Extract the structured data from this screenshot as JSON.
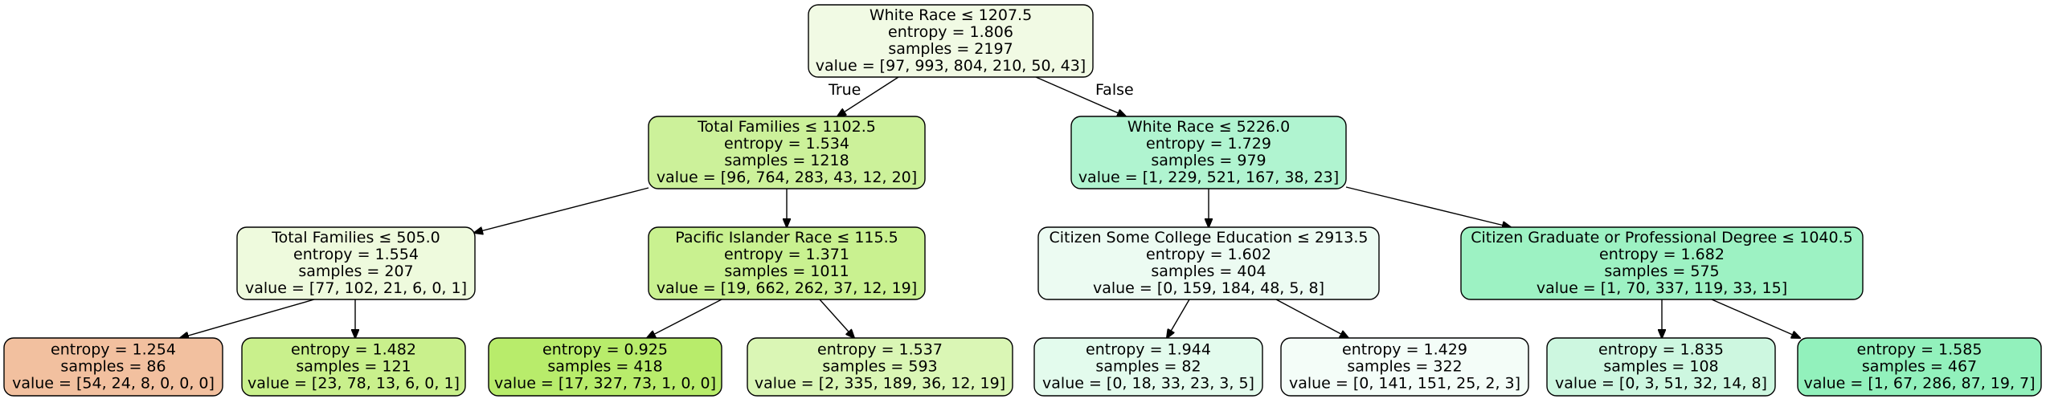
{
  "nodes": [
    {
      "id": "root",
      "lines": [
        "White Race ≤ 1207.5",
        "entropy = 1.806",
        "samples = 2197",
        "value = [97, 993, 804, 210, 50, 43]"
      ],
      "fill": "#f1fae4"
    },
    {
      "id": "n1",
      "lines": [
        "Total Families ≤ 1102.5",
        "entropy = 1.534",
        "samples = 1218",
        "value = [96, 764, 283, 43, 12, 20]"
      ],
      "fill": "#ccf19a"
    },
    {
      "id": "n2",
      "lines": [
        "White Race ≤ 5226.0",
        "entropy = 1.729",
        "samples = 979",
        "value = [1, 229, 521, 167, 38, 23]"
      ],
      "fill": "#b0f4d0"
    },
    {
      "id": "n3",
      "lines": [
        "Total Families ≤ 505.0",
        "entropy = 1.554",
        "samples = 207",
        "value = [77, 102, 21, 6, 0, 1]"
      ],
      "fill": "#eefadd"
    },
    {
      "id": "n4",
      "lines": [
        "Pacific Islander Race ≤ 115.5",
        "entropy = 1.371",
        "samples = 1011",
        "value = [19, 662, 262, 37, 12, 19]"
      ],
      "fill": "#c9f190"
    },
    {
      "id": "n5",
      "lines": [
        "Citizen Some College  Education ≤ 2913.5",
        "entropy = 1.602",
        "samples = 404",
        "value = [0, 159, 184, 48, 5, 8]"
      ],
      "fill": "#ecfbf2"
    },
    {
      "id": "n6",
      "lines": [
        "Citizen Graduate or Professional Degree ≤ 1040.5",
        "entropy = 1.682",
        "samples = 575",
        "value = [1, 70, 337, 119, 33, 15]"
      ],
      "fill": "#9df2c3"
    },
    {
      "id": "n7",
      "lines": [
        "entropy = 1.254",
        "samples = 86",
        "value = [54, 24, 8, 0, 0, 0]"
      ],
      "fill": "#f2c09f"
    },
    {
      "id": "n8",
      "lines": [
        "entropy = 1.482",
        "samples = 121",
        "value = [23, 78, 13, 6, 0, 1]"
      ],
      "fill": "#c9f08c"
    },
    {
      "id": "n9",
      "lines": [
        "entropy = 0.925",
        "samples = 418",
        "value = [17, 327, 73, 1, 0, 0]"
      ],
      "fill": "#b8ec6b"
    },
    {
      "id": "n10",
      "lines": [
        "entropy = 1.537",
        "samples = 593",
        "value = [2, 335, 189, 36, 12, 19]"
      ],
      "fill": "#daf6b5"
    },
    {
      "id": "n11",
      "lines": [
        "entropy = 1.944",
        "samples = 82",
        "value = [0, 18, 33, 23, 3, 5]"
      ],
      "fill": "#e3fbed"
    },
    {
      "id": "n12",
      "lines": [
        "entropy = 1.429",
        "samples = 322",
        "value = [0, 141, 151, 25, 2, 3]"
      ],
      "fill": "#f4fdf8"
    },
    {
      "id": "n13",
      "lines": [
        "entropy = 1.835",
        "samples = 108",
        "value = [0, 3, 51, 32, 14, 8]"
      ],
      "fill": "#cdf7e0"
    },
    {
      "id": "n14",
      "lines": [
        "entropy = 1.585",
        "samples = 467",
        "value = [1, 67, 286, 87, 19, 7]"
      ],
      "fill": "#92f1bc"
    }
  ],
  "edges": [
    {
      "from": "root",
      "to": "n1",
      "label": "True"
    },
    {
      "from": "root",
      "to": "n2",
      "label": "False"
    },
    {
      "from": "n1",
      "to": "n3"
    },
    {
      "from": "n1",
      "to": "n4"
    },
    {
      "from": "n2",
      "to": "n5"
    },
    {
      "from": "n2",
      "to": "n6"
    },
    {
      "from": "n3",
      "to": "n7"
    },
    {
      "from": "n3",
      "to": "n8"
    },
    {
      "from": "n4",
      "to": "n9"
    },
    {
      "from": "n4",
      "to": "n10"
    },
    {
      "from": "n5",
      "to": "n11"
    },
    {
      "from": "n5",
      "to": "n12"
    },
    {
      "from": "n6",
      "to": "n13"
    },
    {
      "from": "n6",
      "to": "n14"
    }
  ]
}
